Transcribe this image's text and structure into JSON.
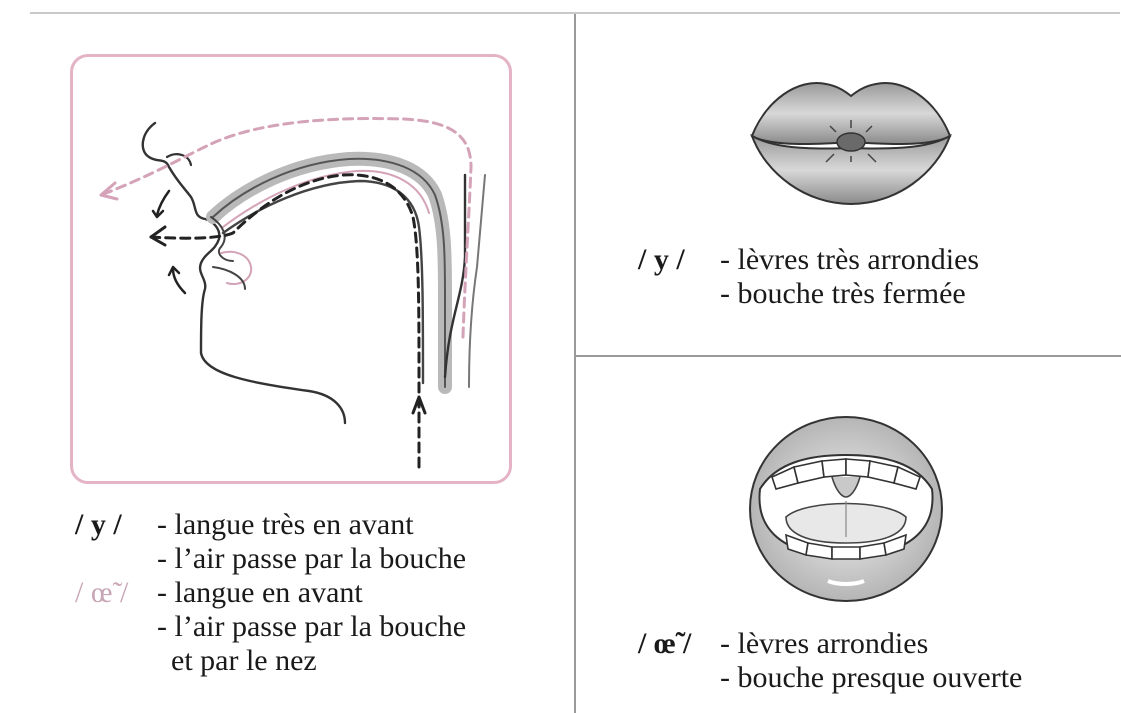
{
  "left": {
    "lines": [
      {
        "symbol": "/ y /",
        "text": "- langue très en avant"
      },
      {
        "text": "- l’air passe par la bouche"
      },
      {
        "symbol": "/ œ̃ /",
        "text": "- langue en avant"
      },
      {
        "text": "- l’air passe par la bouche"
      },
      {
        "text": "et par le nez"
      }
    ]
  },
  "right_top": {
    "symbol": "/ y /",
    "lines": [
      "- lèvres très arrondies",
      "- bouche très fermée"
    ]
  },
  "right_bottom": {
    "symbol": "/ œ̃ /",
    "lines": [
      "- lèvres arrondies",
      "- bouche presque ouverte"
    ]
  },
  "colors": {
    "frame_border": "#e5b3c6",
    "nasal_path": "#d4a3b7",
    "oral_path": "#222222",
    "pink_symbol": "#c9a6b6"
  },
  "icons": [
    "vocal-tract-diagram",
    "rounded-lips-illustration",
    "open-mouth-illustration"
  ]
}
